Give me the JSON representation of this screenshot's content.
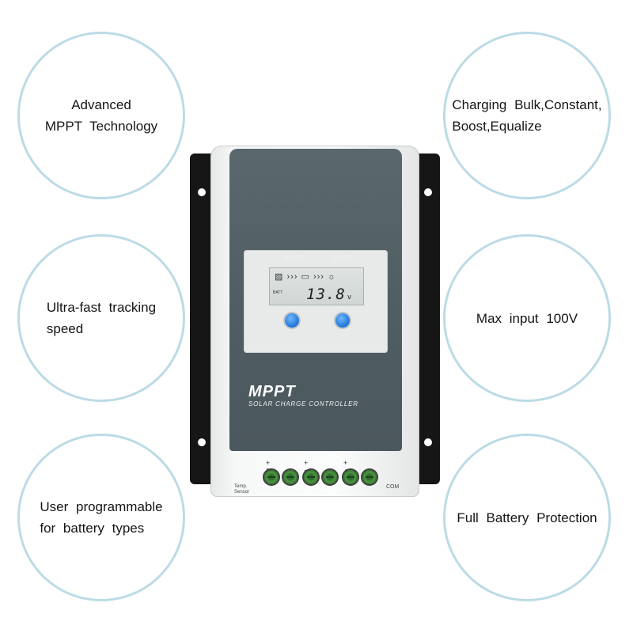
{
  "features": [
    {
      "id": "advanced-mppt",
      "line1": "Advanced",
      "line2": "MPPT  Technology"
    },
    {
      "id": "charging-stages",
      "line1": "Charging  Bulk,Constant,",
      "line2": "Boost,Equalize"
    },
    {
      "id": "tracking-speed",
      "line1": "Ultra-fast  tracking",
      "line2": "speed"
    },
    {
      "id": "max-input",
      "line1": "Max  input  100V"
    },
    {
      "id": "battery-types",
      "line1": "User  programmable",
      "line2": "for  battery  types"
    },
    {
      "id": "battery-protection",
      "line1": "Full  Battery  Protection"
    }
  ],
  "device": {
    "lcd": {
      "icons_row": "▨ ››› ▭ ››› ☼",
      "batt_label": "BATT",
      "voltage": "13.8",
      "unit": "v"
    },
    "buttons": {
      "select": "SELECT",
      "enter": "ENTER"
    },
    "brand": "MPPT",
    "subtitle": "SOLAR CHARGE CONTROLLER",
    "temp_sensor": [
      "Temp.",
      "Sensor"
    ],
    "com": "COM",
    "terminal_symbols": [
      "+ ▩ −",
      "+ ▭ −",
      "+ ♀ −"
    ]
  },
  "colors": {
    "circle_border": "#bcdbe6",
    "panel": "#54626a",
    "button_blue": "#2a7fe0",
    "terminal_green": "#4c9a40"
  }
}
